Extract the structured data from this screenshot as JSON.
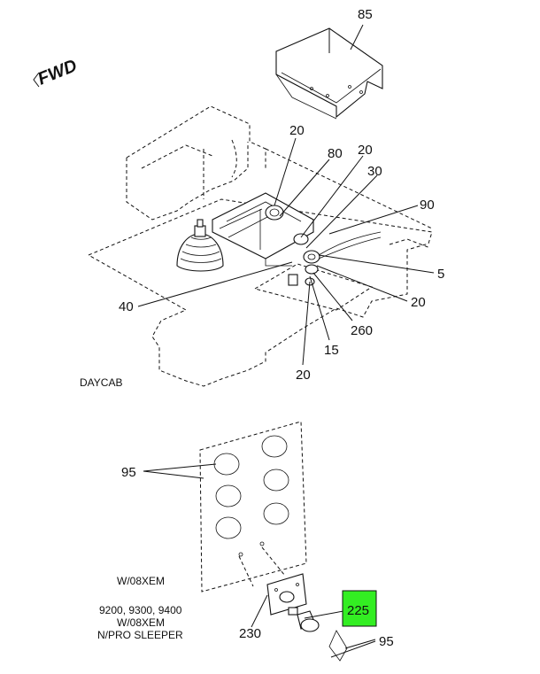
{
  "direction_marker": "FWD",
  "callouts": {
    "c85": "85",
    "c20a": "20",
    "c80": "80",
    "c20b": "20",
    "c30": "30",
    "c90": "90",
    "c5": "5",
    "c20c": "20",
    "c40": "40",
    "c260": "260",
    "c15": "15",
    "c20d": "20",
    "c95a": "95",
    "c225": "225",
    "c230": "230",
    "c95b": "95"
  },
  "captions": {
    "daycab": "DAYCAB",
    "w08xem_top": "W/08XEM",
    "models": "9200, 9300, 9400",
    "w08xem_bottom": "W/08XEM",
    "sleeper": "N/PRO SLEEPER"
  },
  "colors": {
    "highlight": "#33ee22",
    "ink": "#111111"
  }
}
